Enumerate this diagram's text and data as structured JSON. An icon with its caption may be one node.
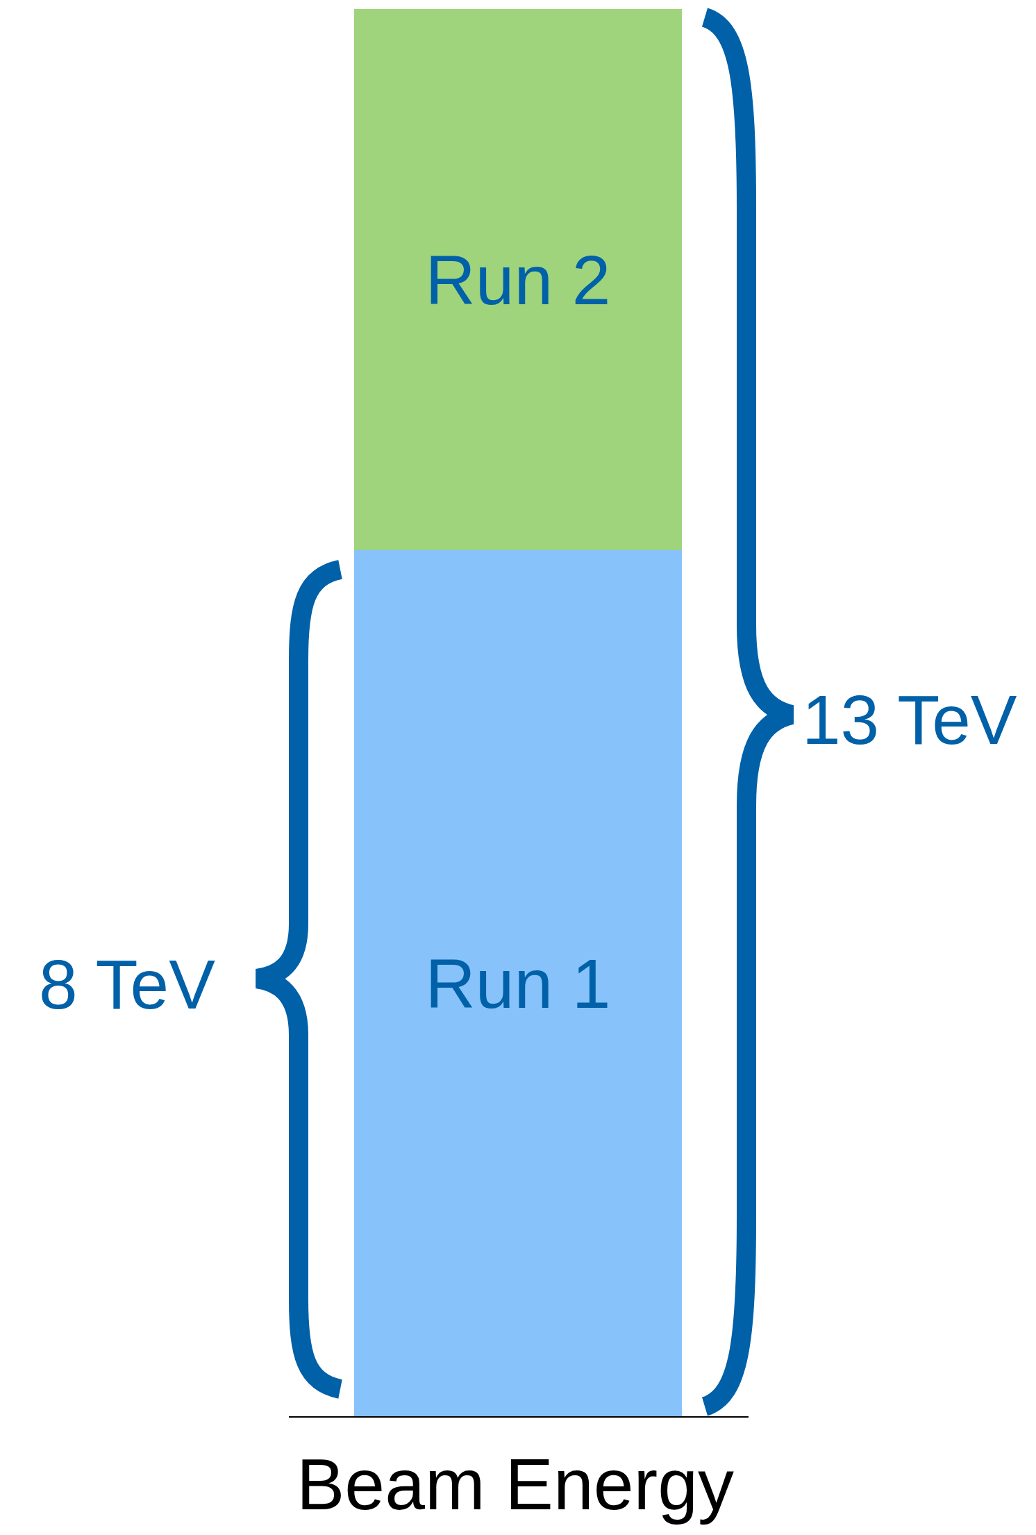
{
  "diagram": {
    "nodes": [
      {
        "text": [
          "Run 2"
        ]
      },
      {
        "text": [
          "Run 1"
        ]
      }
    ],
    "labels": [
      "8 TeV",
      "13 TeV",
      "Beam Energy"
    ]
  }
}
